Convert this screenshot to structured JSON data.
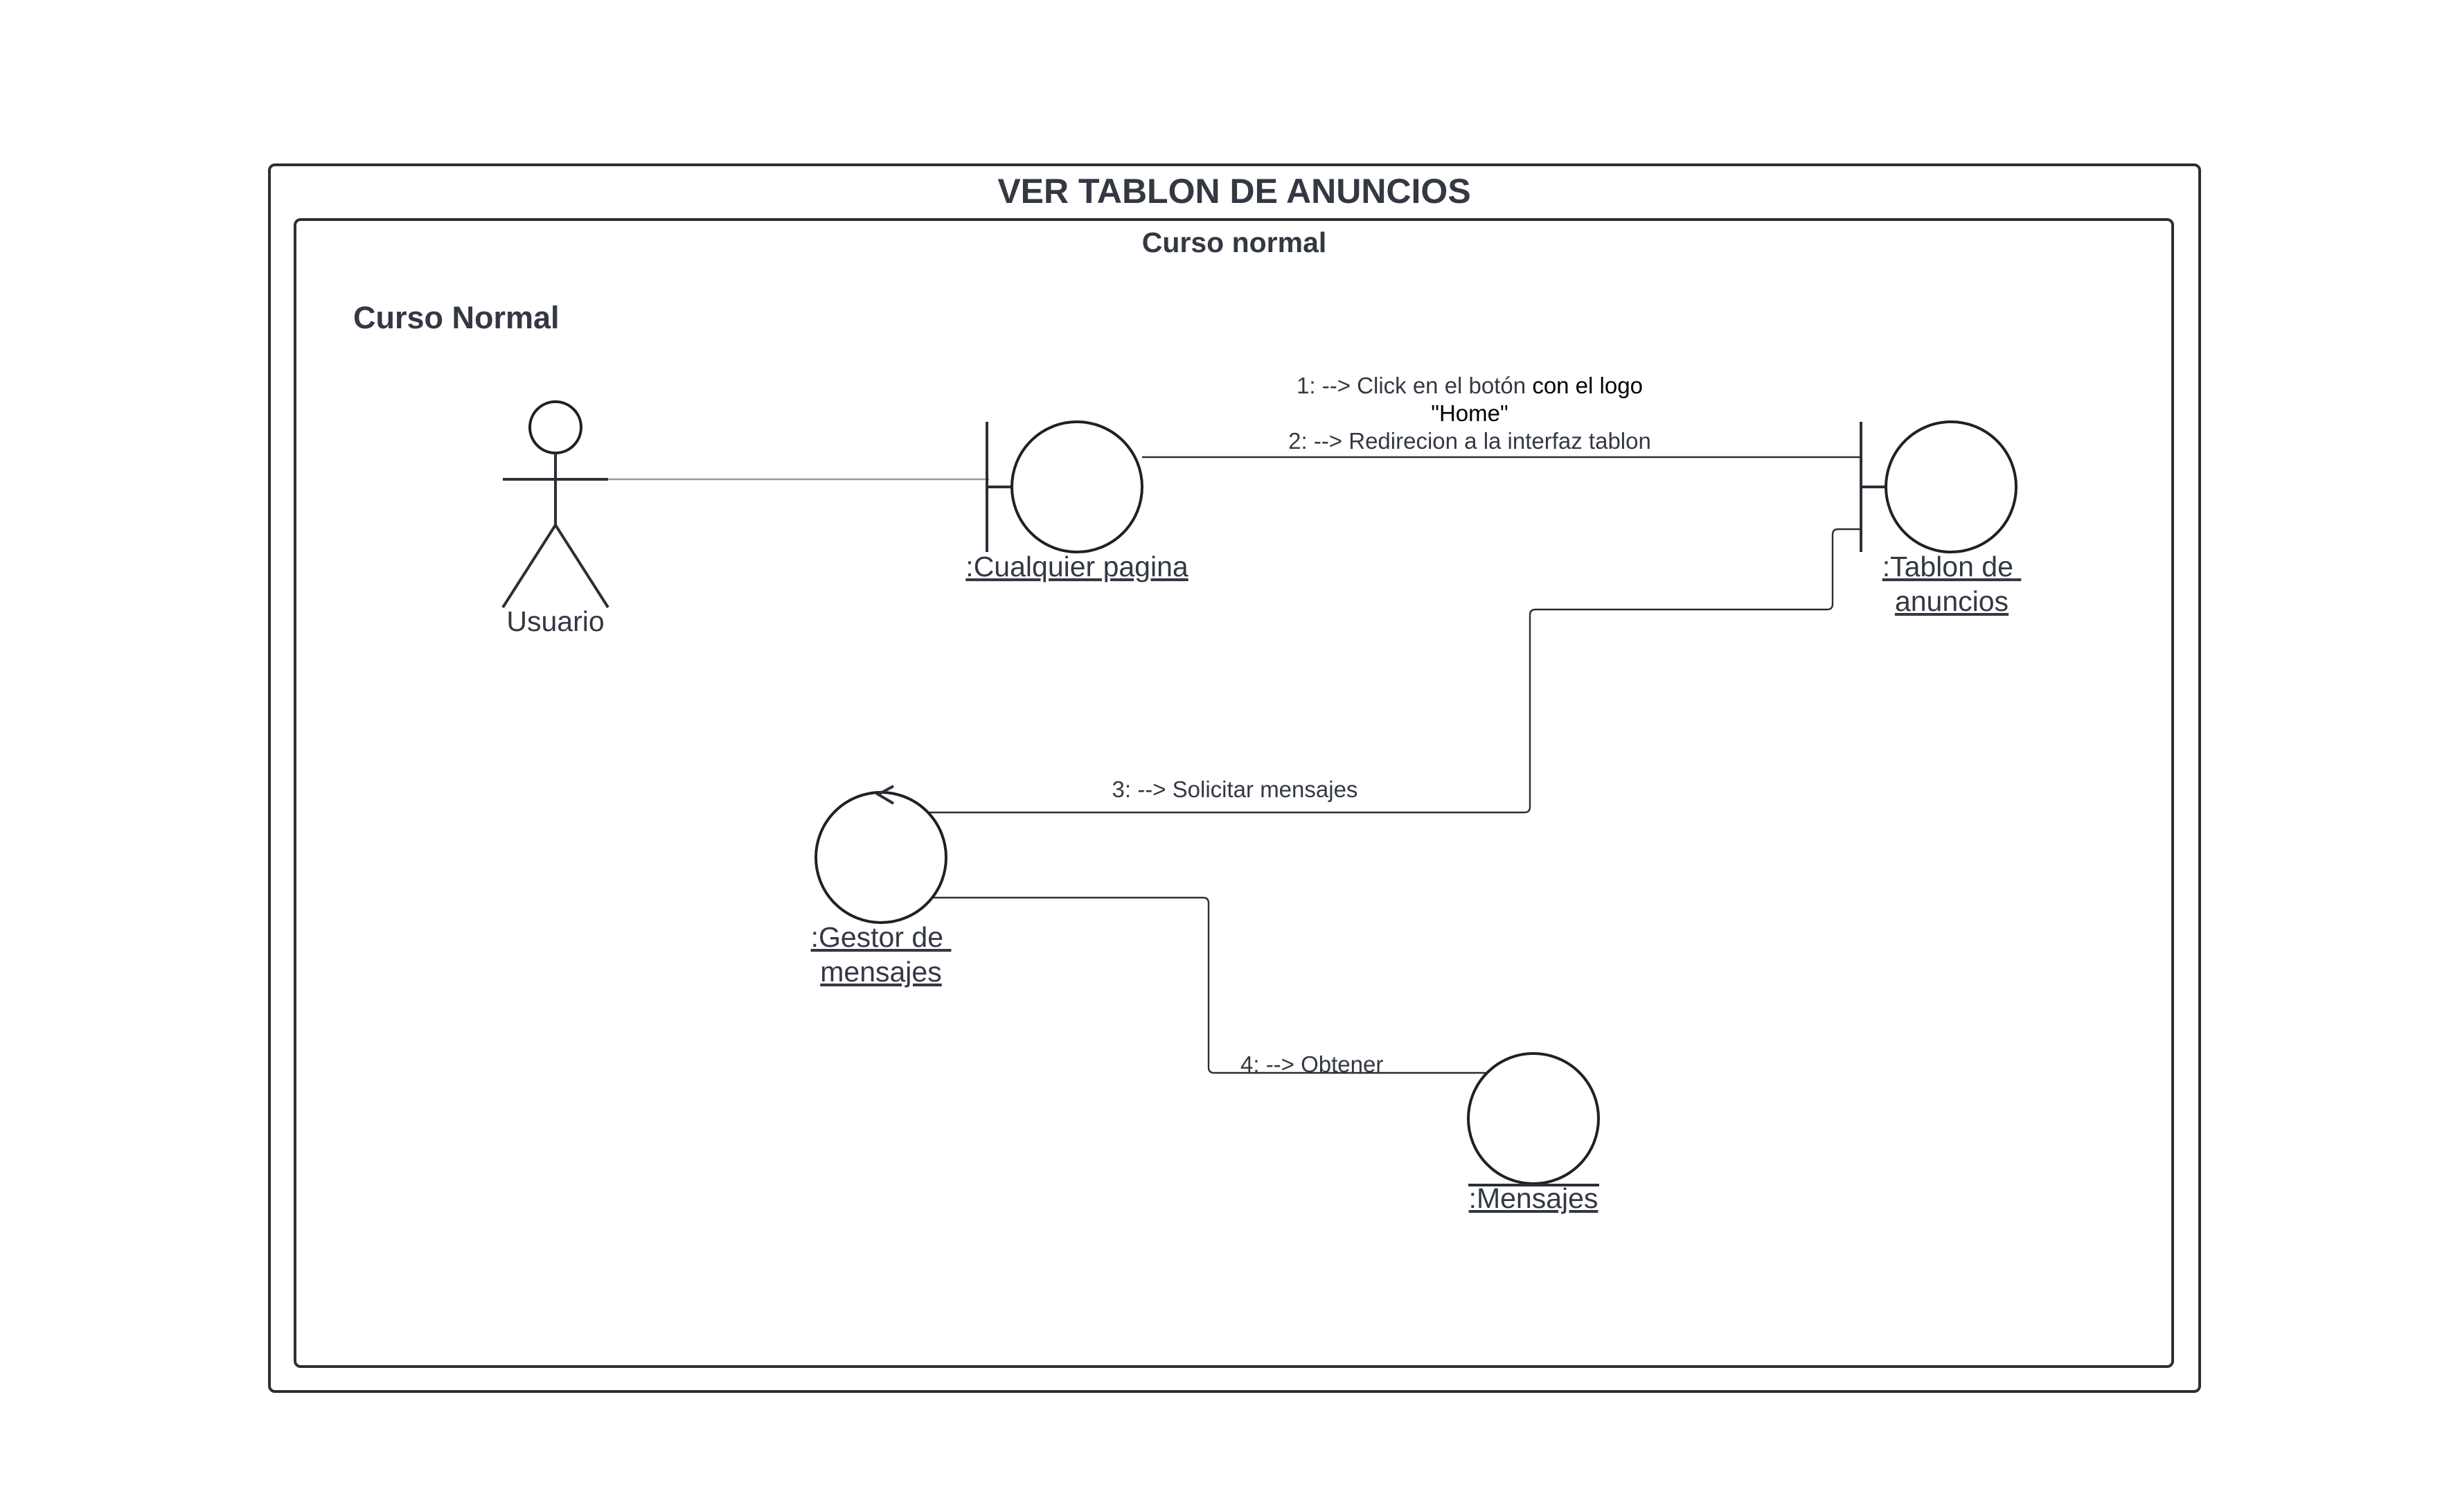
{
  "diagram": {
    "title": "VER TABLON DE ANUNCIOS",
    "subtitle": "Curso normal",
    "section_label": "Curso Normal",
    "actor": {
      "name": "Usuario",
      "icon": "stick-figure-actor-icon"
    },
    "objects": {
      "cualquier_pagina": {
        "name": ":Cualquier pagina",
        "kind": "boundary",
        "icon": "boundary-icon"
      },
      "tablon": {
        "line1": ":Tablon de",
        "line2": "anuncios",
        "kind": "boundary",
        "icon": "boundary-icon"
      },
      "gestor": {
        "line1": ":Gestor de",
        "line2": "mensajes",
        "kind": "control",
        "icon": "control-icon"
      },
      "mensajes": {
        "name": ":Mensajes",
        "kind": "entity",
        "icon": "entity-icon"
      }
    },
    "messages": {
      "m1": {
        "prefix": "1: --> Click en el botón ",
        "suffix": "con el logo",
        "line2": "\"Home\"",
        "suffix_color": "#000000"
      },
      "m2": "2: --> Redirecion a la interfaz tablon",
      "m3": "3: --> Solicitar mensajes",
      "m4": "4: --> Obtener"
    },
    "colors": {
      "text": "#333843",
      "stroke": "#1f2126",
      "association": "#9a9a9a"
    }
  }
}
